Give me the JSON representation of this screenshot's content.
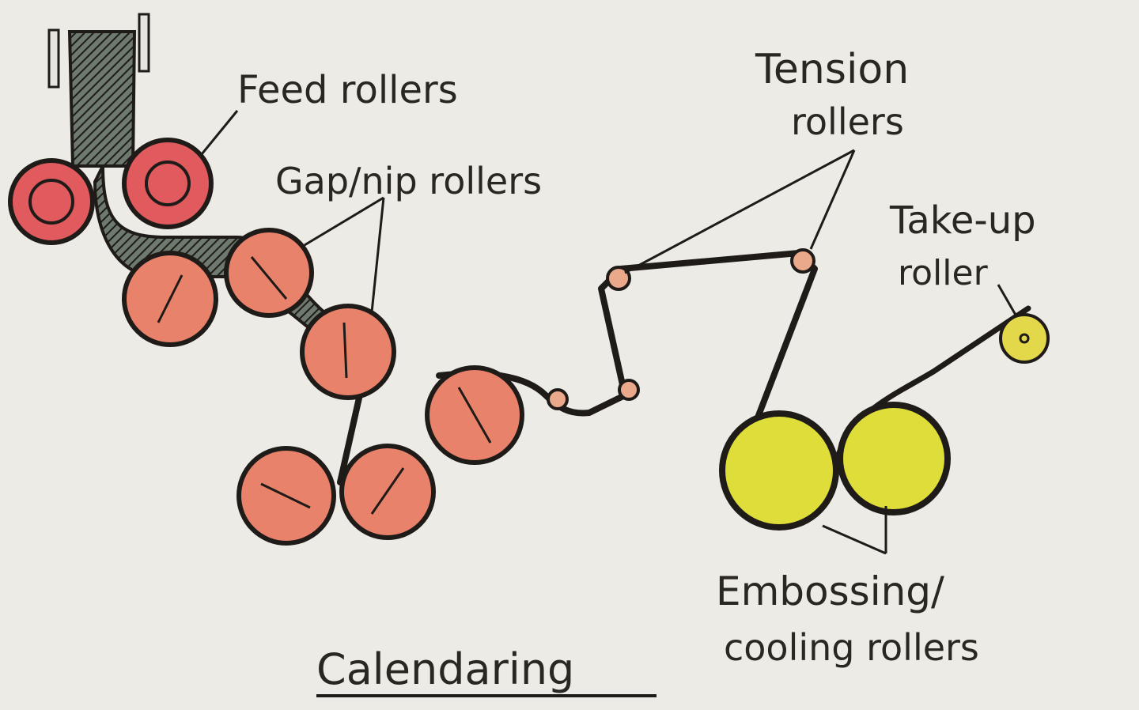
{
  "diagram": {
    "title": "Calendaring",
    "labels": {
      "feed": "Feed rollers",
      "gap": "Gap/nip rollers",
      "tension_line1": "Tension",
      "tension_line2": "rollers",
      "takeup_line1": "Take-up",
      "takeup_line2": "roller",
      "emboss_line1": "Embossing/",
      "emboss_line2": "cooling rollers"
    },
    "colors": {
      "paper": "#ecebe6",
      "ink": "#1f1b18",
      "feed_roller": "#e05a5e",
      "gap_roller": "#e9826a",
      "guide_roller": "#e9a98a",
      "emboss_roller": "#dedd3a",
      "takeup_roller": "#e3d84a"
    },
    "icons": [
      "roller-icon",
      "guide-roller-icon",
      "hopper-icon"
    ]
  }
}
